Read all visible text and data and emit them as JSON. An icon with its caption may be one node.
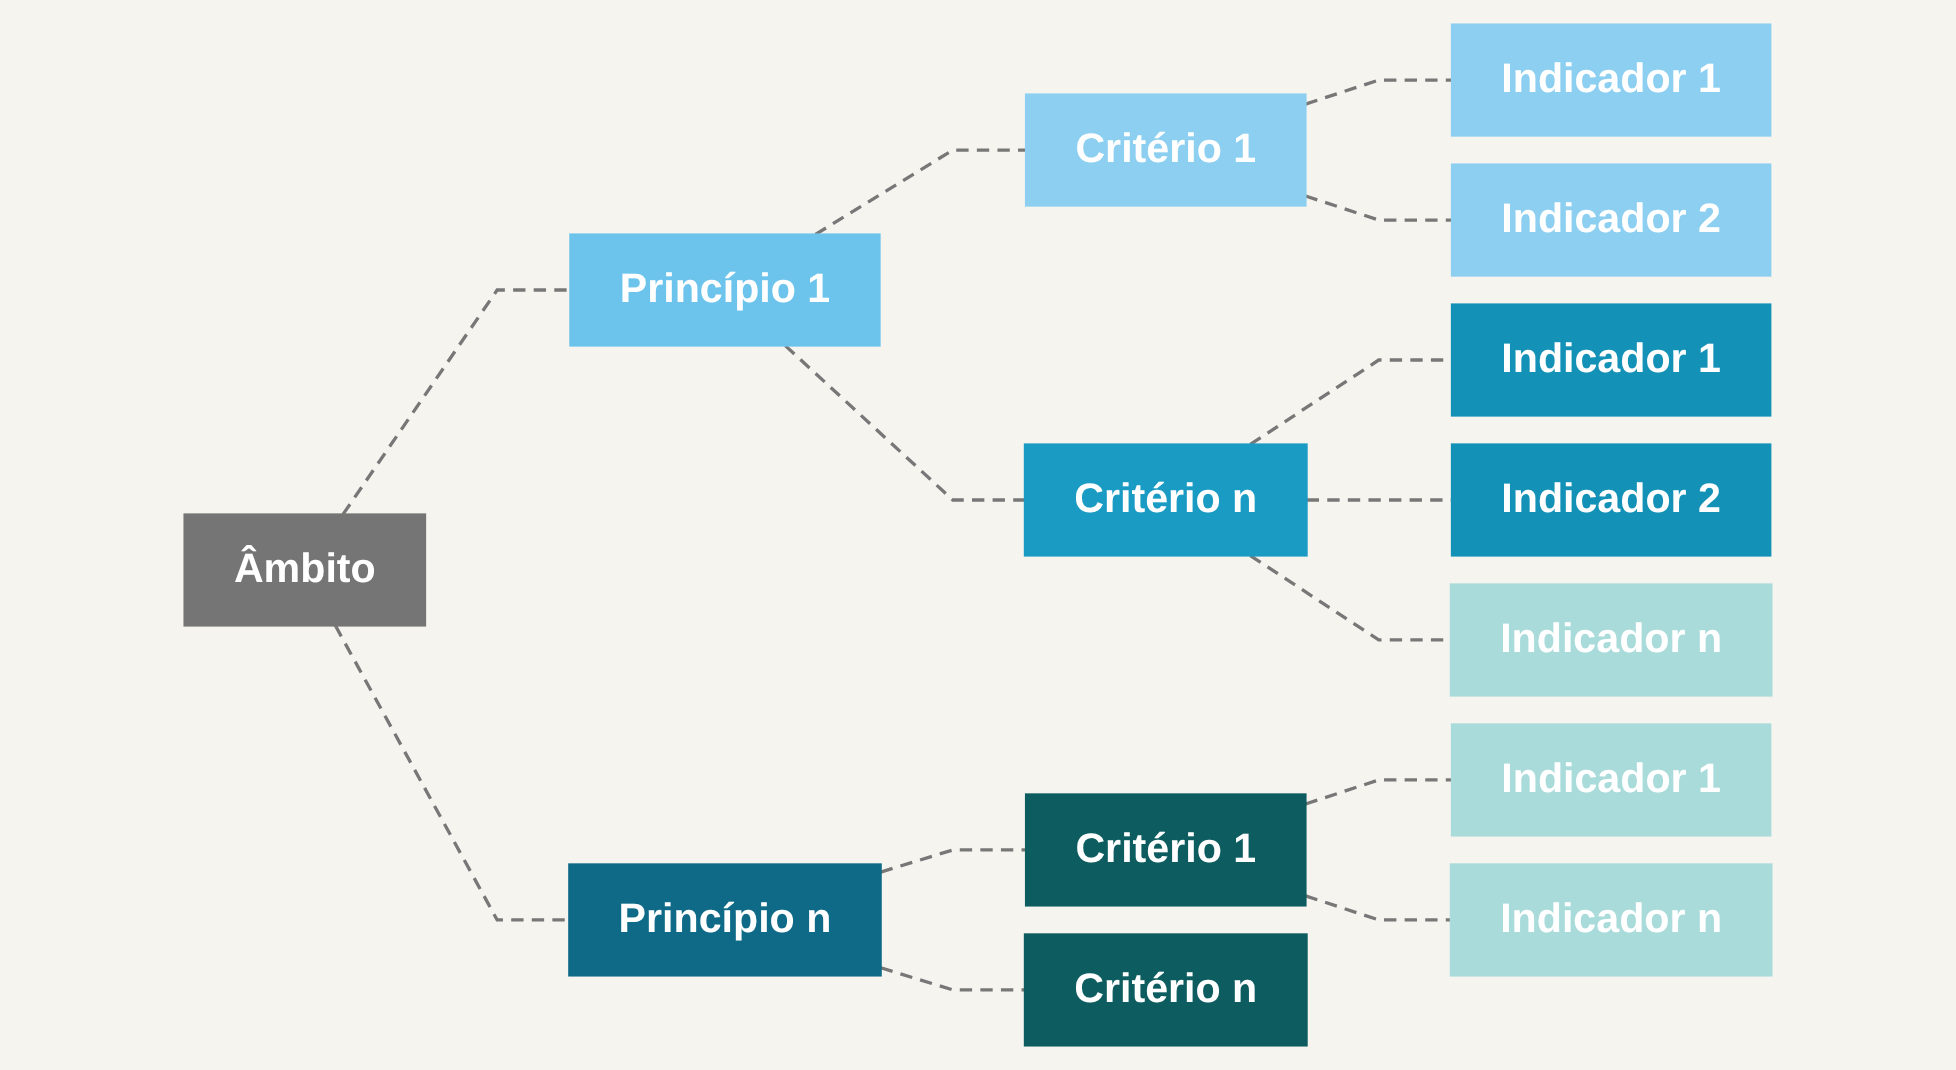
{
  "diagram": {
    "nodes": [
      {
        "text": [
          "Âmbito"
        ]
      },
      {
        "text": [
          "Princípio 1"
        ]
      },
      {
        "text": [
          "Princípio n"
        ]
      },
      {
        "text": [
          "Critério 1"
        ]
      },
      {
        "text": [
          "Critério n"
        ]
      },
      {
        "text": [
          "Critério 1"
        ]
      },
      {
        "text": [
          "Critério n"
        ]
      },
      {
        "text": [
          "Indicador 1"
        ]
      },
      {
        "text": [
          "Indicador 2"
        ]
      },
      {
        "text": [
          "Indicador 1"
        ]
      },
      {
        "text": [
          "Indicador 2"
        ]
      },
      {
        "text": [
          "Indicador n"
        ]
      },
      {
        "text": [
          "Indicador 1"
        ]
      },
      {
        "text": [
          "Indicador n"
        ]
      }
    ],
    "edges": [
      {
        "from": 0,
        "to": 1,
        "arrow": "none",
        "style": "dashed"
      },
      {
        "from": 0,
        "to": 2,
        "arrow": "none",
        "style": "dashed"
      },
      {
        "from": 1,
        "to": 3,
        "arrow": "none",
        "style": "dashed"
      },
      {
        "from": 1,
        "to": 4,
        "arrow": "none",
        "style": "dashed"
      },
      {
        "from": 2,
        "to": 5,
        "arrow": "none",
        "style": "dashed"
      },
      {
        "from": 2,
        "to": 6,
        "arrow": "none",
        "style": "dashed"
      },
      {
        "from": 3,
        "to": 7,
        "arrow": "none",
        "style": "dashed"
      },
      {
        "from": 3,
        "to": 8,
        "arrow": "none",
        "style": "dashed"
      },
      {
        "from": 4,
        "to": 9,
        "arrow": "none",
        "style": "dashed"
      },
      {
        "from": 4,
        "to": 10,
        "arrow": "none",
        "style": "dashed"
      },
      {
        "from": 4,
        "to": 11,
        "arrow": "none",
        "style": "dashed"
      },
      {
        "from": 5,
        "to": 12,
        "arrow": "none",
        "style": "dashed"
      },
      {
        "from": 5,
        "to": 13,
        "arrow": "none",
        "style": "dashed"
      }
    ]
  }
}
